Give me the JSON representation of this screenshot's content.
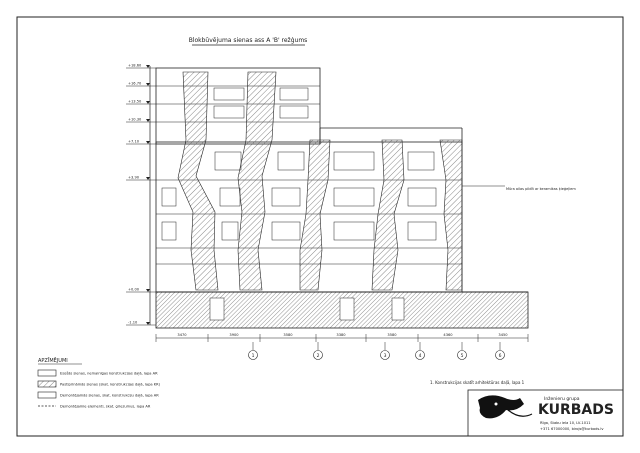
{
  "drawing": {
    "title": "Blokbūvējuma sienas ass A 'B' režģums"
  },
  "stamp": {
    "company_line": "Inženieru grupa",
    "brand": "KURBADS",
    "address": "Rīga, Stabu iela 10, LV-1011",
    "contacts": "+371 67000000, birojs@kurbads.lv"
  },
  "note_line": "1. Konstrukcijas skatīt arhitektūras daļā, lapa 1",
  "legend": {
    "title": "APZĪMĒJUMI",
    "items": [
      {
        "pattern": "blank",
        "text": "Esošās sienas, nemainīgas konstrukcijas daļā, lapa AR"
      },
      {
        "pattern": "hatch",
        "text": "Pastiprināmās sienas (skat. konstrukcijas daļā, lapa KR)"
      },
      {
        "pattern": "blank",
        "text": "Demontējamās sienas, skat. konstrukciju daļā, lapa AR"
      },
      {
        "pattern": "dashed",
        "text": "Demontējamie elementi, skat. griezumus, lapa AR"
      }
    ]
  },
  "side_note": "Mūra ailas pildīt ar keramikas ķieģeļiem",
  "elevation_marks": [
    "+18.60",
    "+16.70",
    "+13.50",
    "+10.30",
    "+7.10",
    "+3.90",
    "+0.00",
    "-1.10"
  ],
  "axis_markers": [
    "1",
    "2",
    "3",
    "4",
    "5",
    "6"
  ],
  "bottom_dims": [
    "3470",
    "3900",
    "3580",
    "3380",
    "3580",
    "4360",
    "3450"
  ],
  "colors": {
    "line": "#222222",
    "hatch": "#555555",
    "paper": "#ffffff"
  }
}
